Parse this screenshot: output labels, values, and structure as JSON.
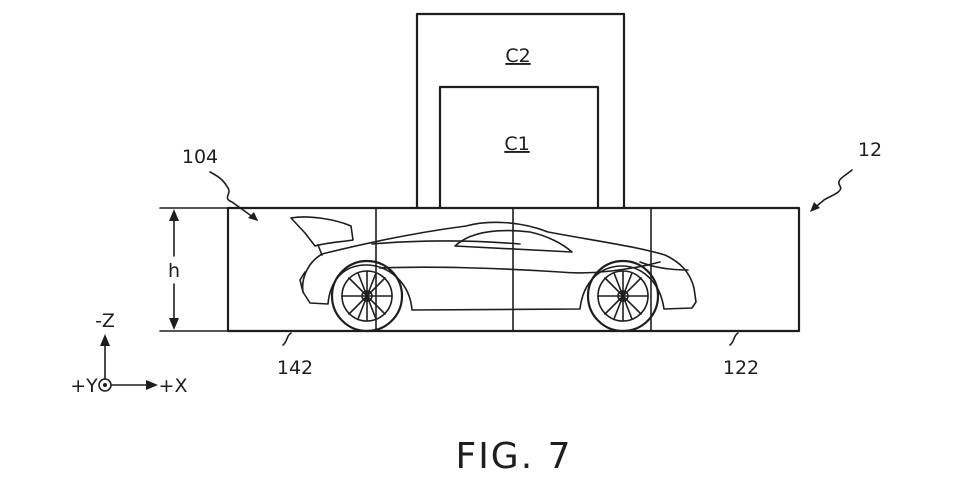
{
  "figure": {
    "caption": "FIG. 7"
  },
  "labels": {
    "c2": "C2",
    "c1": "C1",
    "ref_104": "104",
    "ref_12": "12",
    "ref_142": "142",
    "ref_122": "122",
    "height": "h"
  },
  "axes": {
    "neg_z": "-Z",
    "pos_y": "+Y",
    "pos_x": "+X"
  }
}
